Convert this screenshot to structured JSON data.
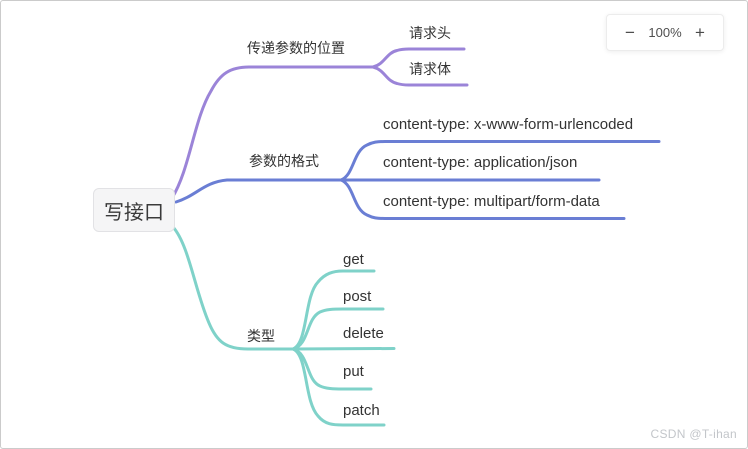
{
  "root": {
    "label": "写接口"
  },
  "branches": [
    {
      "label": "传递参数的位置",
      "color": "#9b84d8",
      "children": [
        {
          "label": "请求头"
        },
        {
          "label": "请求体"
        }
      ]
    },
    {
      "label": "参数的格式",
      "color": "#6a7ed4",
      "children": [
        {
          "label": "content-type: x-www-form-urlencoded"
        },
        {
          "label": "content-type: application/json"
        },
        {
          "label": "content-type: multipart/form-data"
        }
      ]
    },
    {
      "label": "类型",
      "color": "#7fd2c9",
      "children": [
        {
          "label": "get"
        },
        {
          "label": "post"
        },
        {
          "label": "delete"
        },
        {
          "label": "put"
        },
        {
          "label": "patch"
        }
      ]
    }
  ],
  "zoom_control": {
    "zoom_out": "−",
    "level": "100%",
    "zoom_in": "+"
  },
  "watermark": "CSDN @T-ihan"
}
